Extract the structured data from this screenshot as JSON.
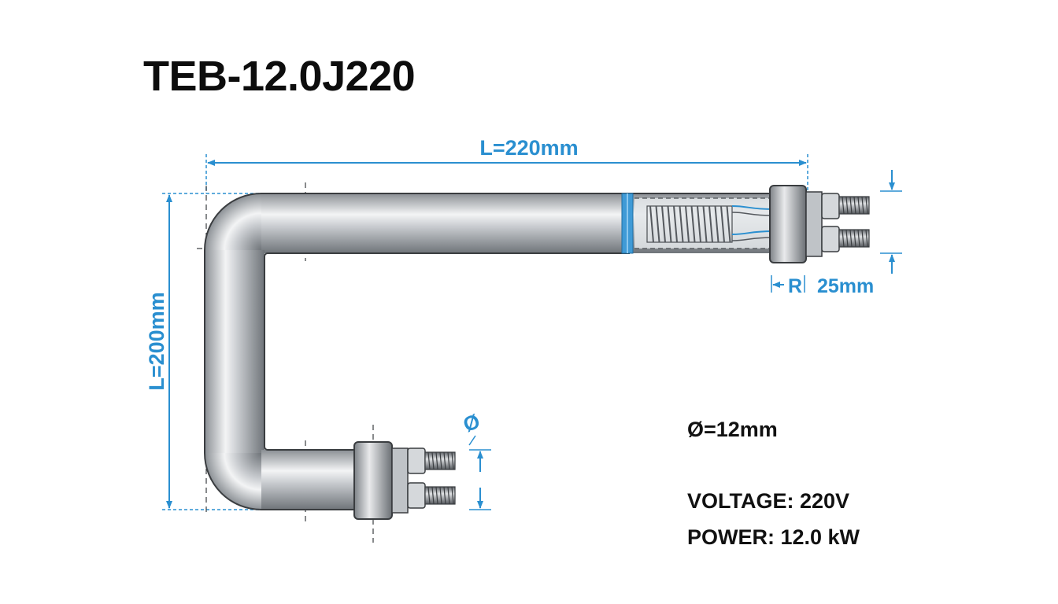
{
  "title": "TEB-12.0J220",
  "colors": {
    "dimension": "#2a8fd0",
    "tube_dark": "#6e7378",
    "tube_light": "#f4f5f6",
    "outline": "#3a3d40"
  },
  "dimensions": {
    "length_horizontal": "L=220mm",
    "length_vertical": "L=200mm",
    "radius_label": "R",
    "radius_value": "25mm",
    "diameter_symbol": "Ø"
  },
  "specs": {
    "diameter": "Ø=12mm",
    "voltage": "VOLTAGE: 220V",
    "power": "POWER: 12.0 kW"
  },
  "icons": [
    "u-shaped-heating-element",
    "mounting-flange-icon",
    "threaded-terminal-icon",
    "resistance-coil-icon"
  ]
}
